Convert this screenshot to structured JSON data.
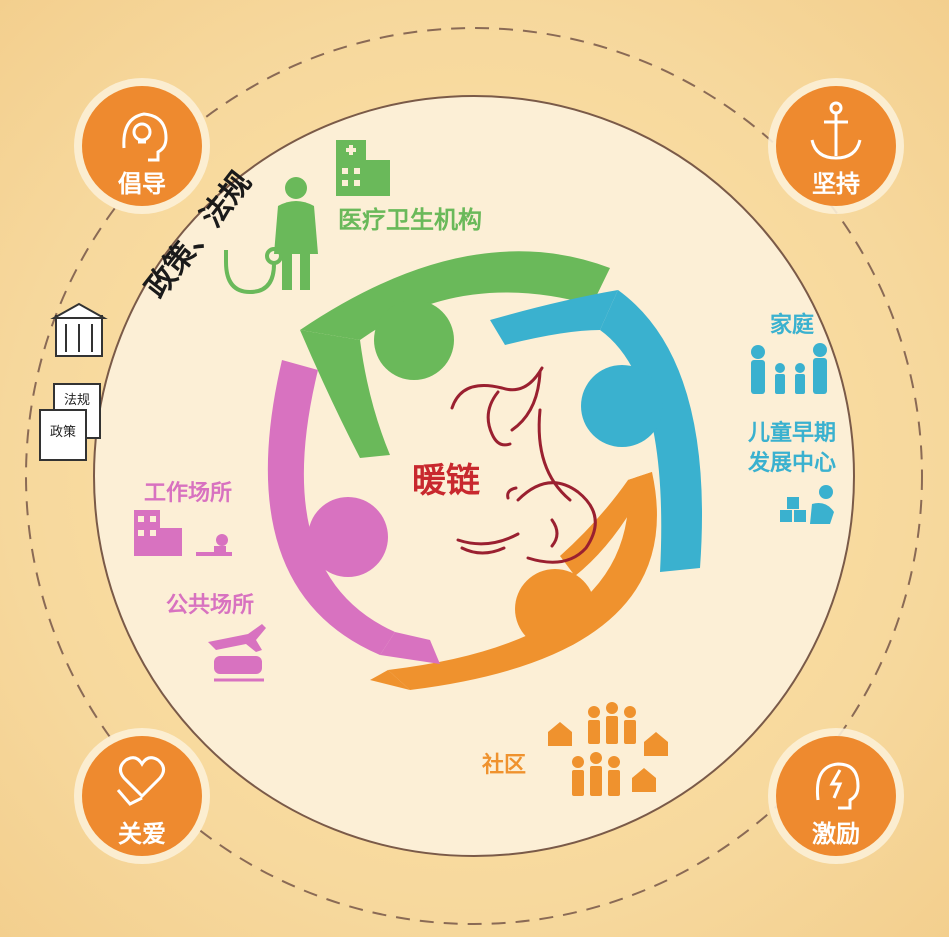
{
  "center_label": "暖链",
  "policy_arc_label": "政策、法规",
  "docs": {
    "front": "政策",
    "back": "法规"
  },
  "corner_badges": {
    "advocate": "倡导",
    "persist": "坚持",
    "care": "关爱",
    "encourage": "激励"
  },
  "sectors": {
    "medical": "医疗卫生机构",
    "family": "家庭",
    "early_childhood_line1": "儿童早期",
    "early_childhood_line2": "发展中心",
    "workplace": "工作场所",
    "public_place": "公共场所",
    "community": "社区"
  },
  "colors": {
    "orange_badge": "#ee8a2f",
    "green": "#6ab95a",
    "blue": "#3ab1cf",
    "orange": "#ef922e",
    "pink": "#d872c0",
    "center_red": "#c8282e",
    "line": "#8a5a3a"
  },
  "icons": {
    "advocate": "lightbulb-head-icon",
    "persist": "anchor-icon",
    "care": "heart-hands-icon",
    "encourage": "lightning-head-icon",
    "medical": "hospital-icon",
    "doctor": "doctor-icon",
    "stethoscope": "stethoscope-icon",
    "family": "family-icon",
    "early_childhood": "blocks-child-icon",
    "workplace": "office-worker-icon",
    "public_place": "plane-train-icon",
    "community": "community-houses-icon",
    "government": "government-building-icon",
    "center": "mother-baby-icon"
  }
}
